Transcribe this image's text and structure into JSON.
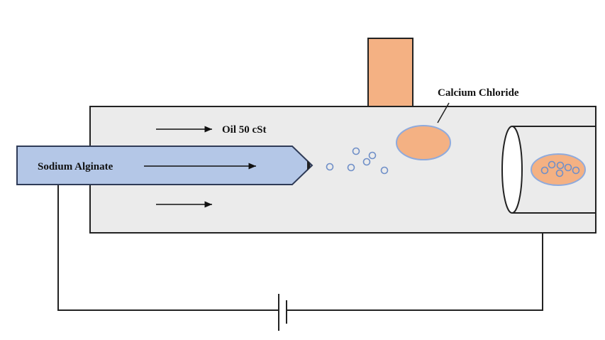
{
  "labels": {
    "oil": "Oil 50 cSt",
    "calcium": "Calcium Chloride",
    "alginate": "Sodium Alginate"
  },
  "colors": {
    "channel_fill": "#ebebeb",
    "needle_fill": "#b4c7e7",
    "needle_stroke": "#2f3b57",
    "orange_fill": "#f4b183",
    "orange_border": "#8faadc",
    "cap_fill": "#f4b183",
    "droplet_stroke": "#6f8fc8",
    "line": "#222222"
  }
}
